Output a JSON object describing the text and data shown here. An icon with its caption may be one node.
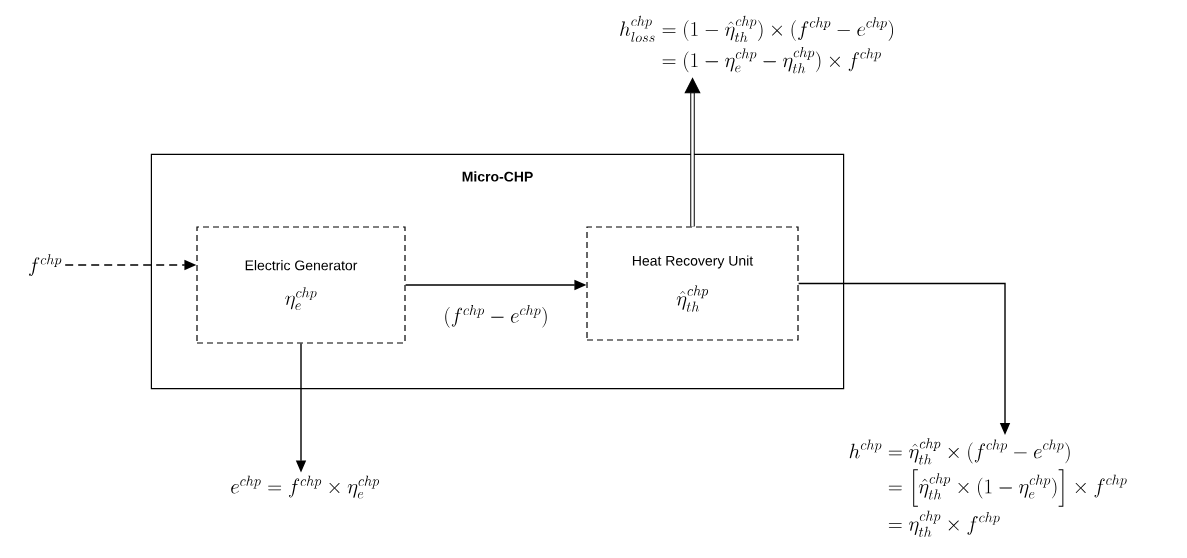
{
  "diagram": {
    "nodes": [
      {
        "text": [
          "Micro-CHP"
        ]
      },
      {
        "text": [
          "Electric Generator",
          "\\eta_e^{chp}"
        ],
        "in": 0
      },
      {
        "text": [
          "Heat Recovery Unit",
          "\\hat{\\eta}_{th}^{chp}"
        ],
        "in": 0
      },
      {
        "text": [
          "f^{chp}"
        ]
      },
      {
        "text": [
          "e^{chp} = f^{chp}\\times\\eta_e^{chp}"
        ]
      },
      {
        "text": [
          "\\begin{aligned} h_{loss}^{chp} &= (1-\\hat{\\eta}_{th}^{chp})\\times(f^{chp}-e^{chp}) \\\\ &= (1-\\eta_e^{chp}-\\eta_{th}^{chp})\\times f^{chp} \\end{aligned}"
        ]
      },
      {
        "text": [
          "\\begin{aligned} h^{chp} &= \\hat{\\eta}_{th}^{chp}\\times(f^{chp}-e^{chp}) \\\\ &= \\left[\\hat{\\eta}_{th}^{chp}\\times(1-\\eta_e^{chp})\\right]\\times f^{chp} \\\\ &= \\eta_{th}^{chp}\\times f^{chp} \\end{aligned}"
        ]
      }
    ],
    "edges": [
      {
        "from": 3,
        "to": 1,
        "arrow": "to",
        "style": "dashed"
      },
      {
        "from": 1,
        "to": 2,
        "arrow": "to",
        "label": "(f^{chp}-e^{chp})"
      },
      {
        "from": 2,
        "to": 5,
        "arrow": "to",
        "style": "thick"
      },
      {
        "from": 1,
        "to": 4,
        "arrow": "to"
      },
      {
        "from": 2,
        "to": 6,
        "arrow": "to"
      }
    ]
  }
}
